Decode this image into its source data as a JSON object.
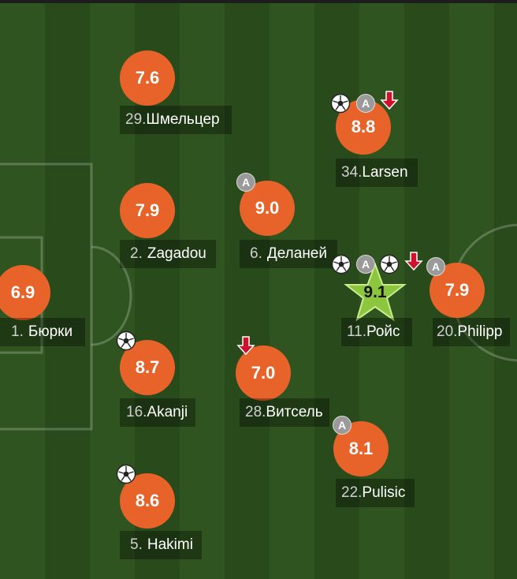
{
  "players": [
    {
      "id": "shmelcer",
      "number": "29.",
      "name": "Шмельцер",
      "rating": "7.6"
    },
    {
      "id": "larsen",
      "number": "34.",
      "name": "Larsen",
      "rating": "8.8"
    },
    {
      "id": "zagadou",
      "number": "2.",
      "name": "Zagadou",
      "rating": "7.9"
    },
    {
      "id": "delaney",
      "number": "6.",
      "name": "Деланей",
      "rating": "9.0"
    },
    {
      "id": "burki",
      "number": "1.",
      "name": "Бюрки",
      "rating": "6.9"
    },
    {
      "id": "reus",
      "number": "11.",
      "name": "Ройс",
      "rating": "9.1"
    },
    {
      "id": "philipp",
      "number": "20.",
      "name": "Philipp",
      "rating": "7.9"
    },
    {
      "id": "akanji",
      "number": "16.",
      "name": "Akanji",
      "rating": "8.7"
    },
    {
      "id": "witsel",
      "number": "28.",
      "name": "Витсель",
      "rating": "7.0"
    },
    {
      "id": "pulisic",
      "number": "22.",
      "name": "Pulisic",
      "rating": "8.1"
    },
    {
      "id": "hakimi",
      "number": "5.",
      "name": "Hakimi",
      "rating": "8.6"
    }
  ],
  "icons": {
    "goal": "soccer-ball-icon",
    "assist": "assist-icon",
    "assist_letter": "A",
    "sub_off": "substitution-off-arrow-icon"
  },
  "colors": {
    "rating_bg": "#e8632a",
    "top_rating_star": "#8cc63f",
    "sub_arrow": "#d0112b",
    "pitch_light": "#2f5420",
    "pitch_dark": "#294a1b"
  }
}
